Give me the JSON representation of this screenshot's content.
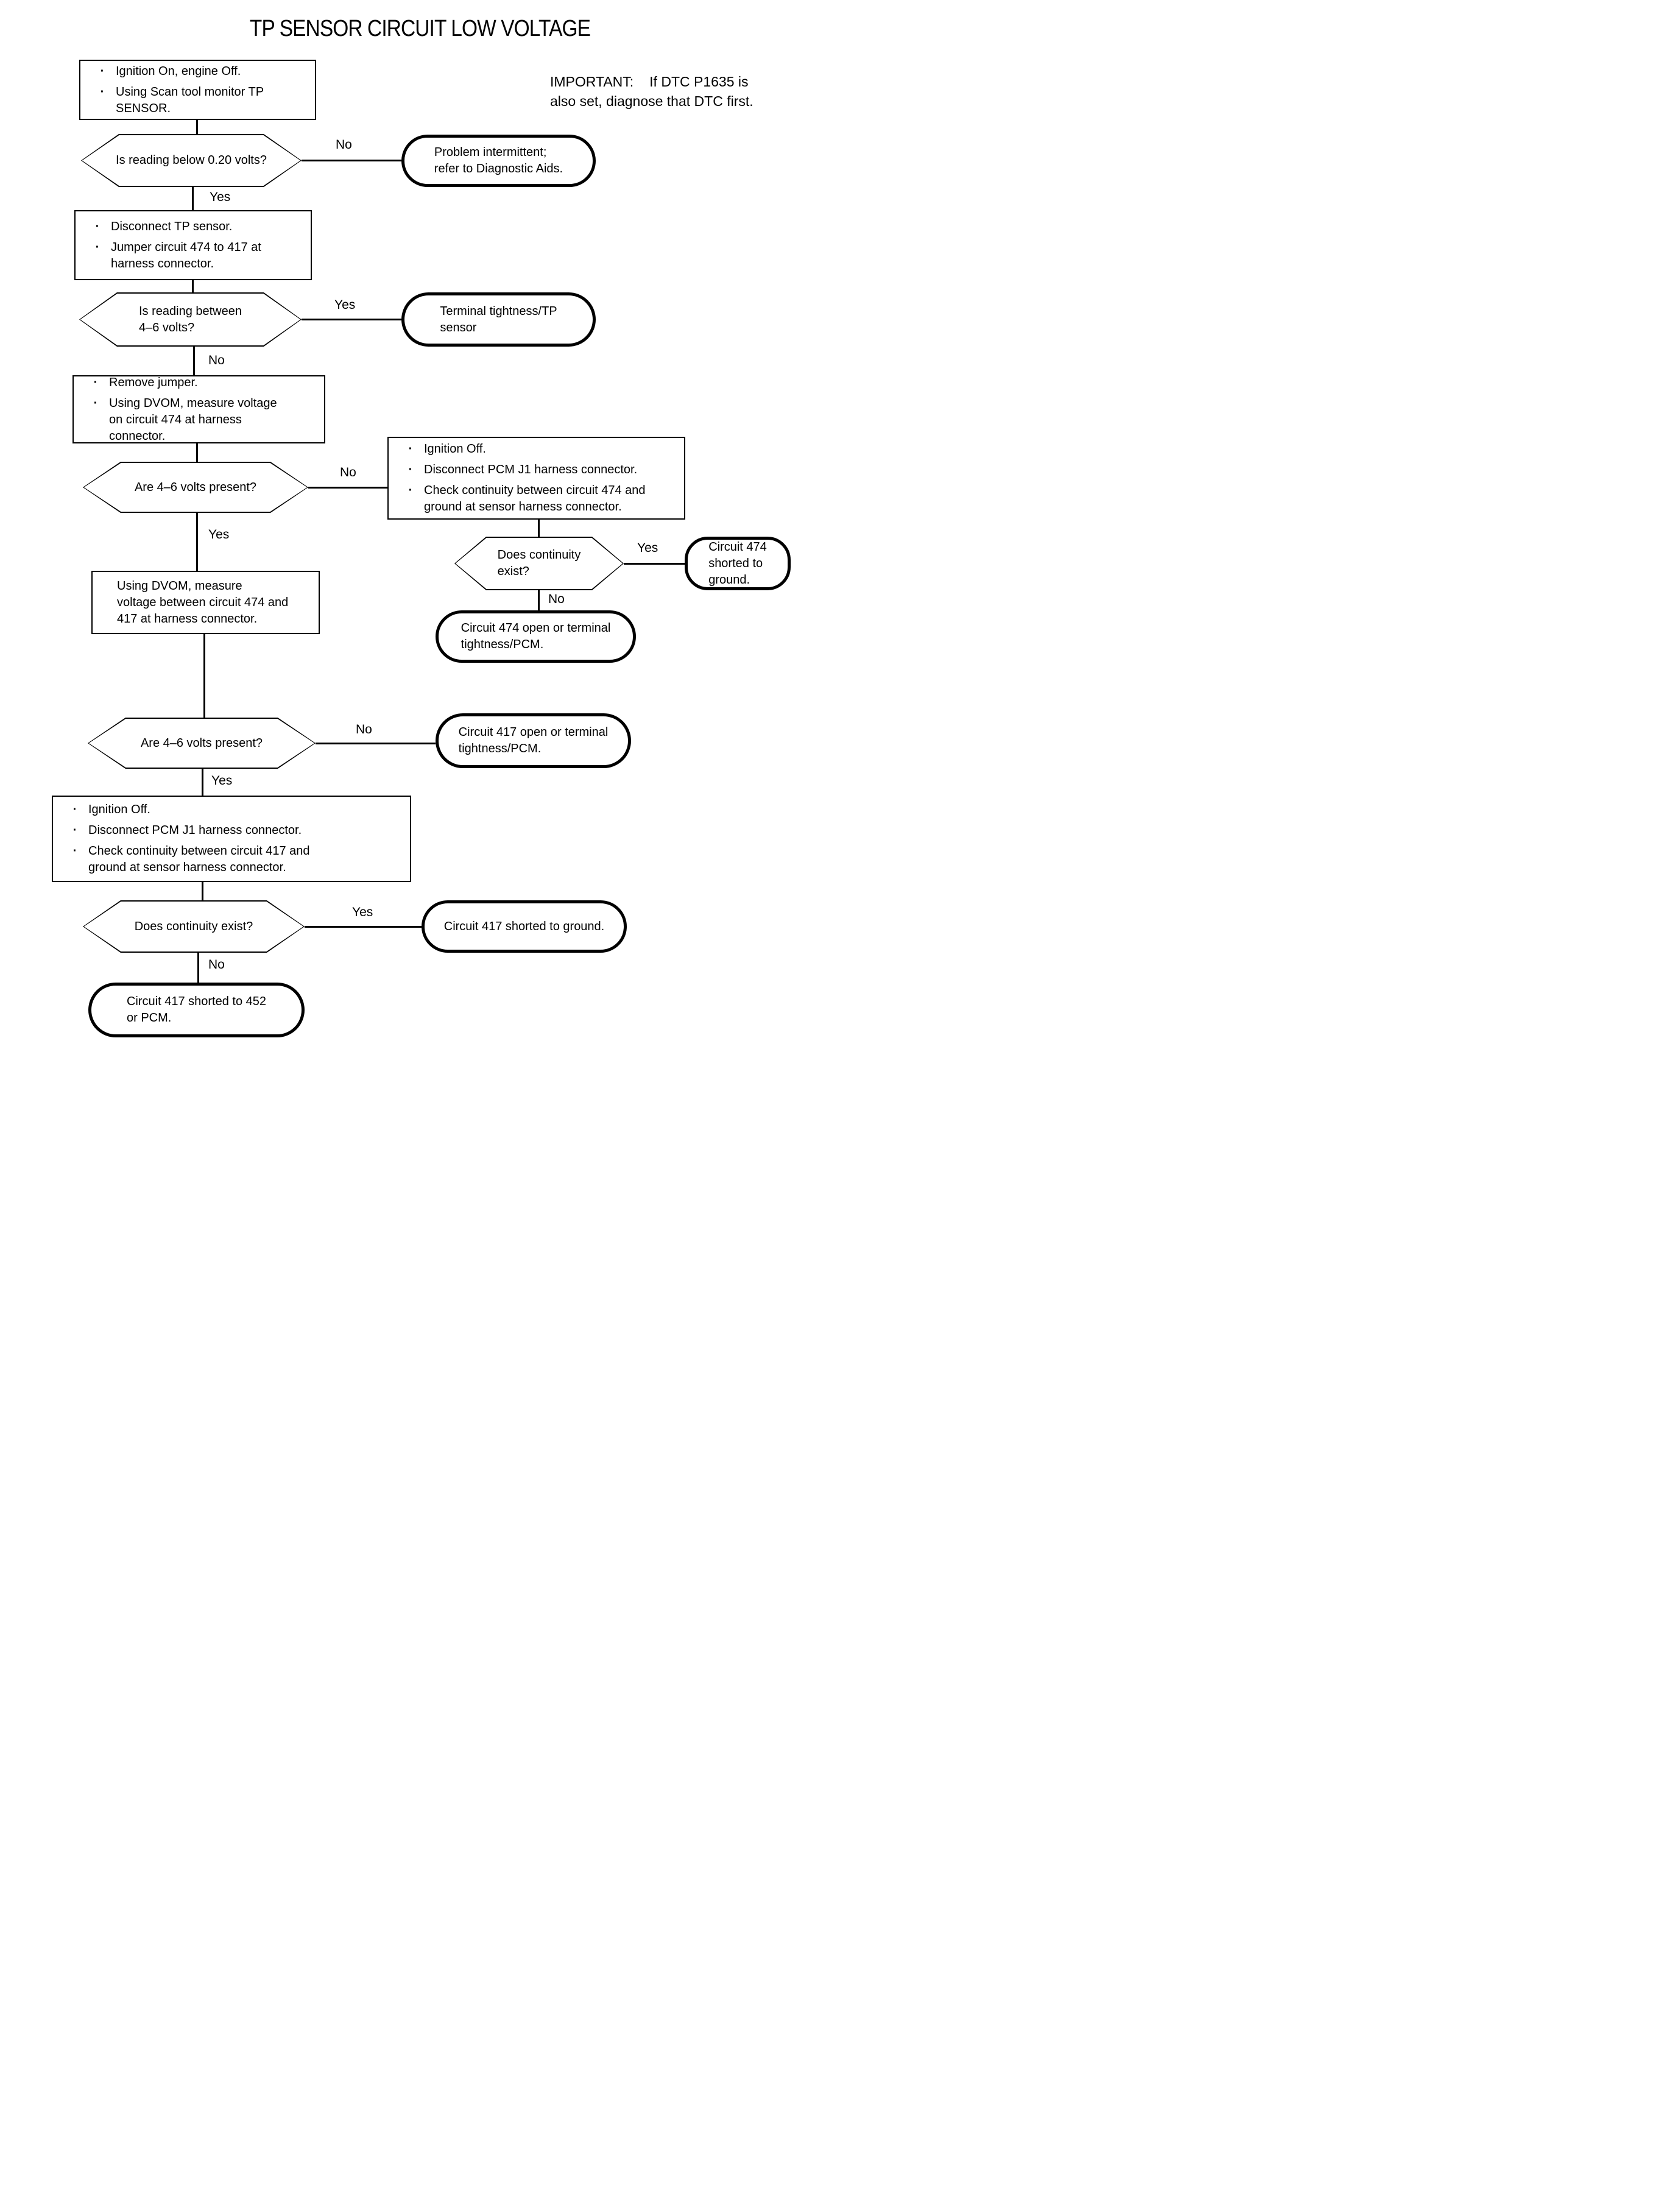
{
  "page": {
    "title": "TP SENSOR CIRCUIT LOW VOLTAGE"
  },
  "important": {
    "label": "IMPORTANT:",
    "line1": "If DTC P1635 is",
    "line2": "also set, diagnose that DTC first."
  },
  "labels": {
    "yes": "Yes",
    "no": "No"
  },
  "nodes": {
    "start_box": {
      "bullets": [
        "Ignition On, engine Off.",
        "Using Scan tool monitor TP SENSOR."
      ]
    },
    "dec_reading_low": {
      "text": "Is reading below 0.20 volts?"
    },
    "term_intermittent": {
      "lines": [
        "Problem intermittent;",
        "refer to Diagnostic Aids."
      ]
    },
    "box_jumper": {
      "bullets": [
        "Disconnect TP sensor.",
        "Jumper circuit 474 to 417 at harness connector."
      ]
    },
    "dec_reading_4_6": {
      "lines": [
        "Is reading between",
        "4–6 volts?"
      ]
    },
    "term_terminal_tightness": {
      "lines": [
        "Terminal tightness/TP",
        "sensor"
      ]
    },
    "box_remove_jumper": {
      "bullets": [
        "Remove jumper.",
        "Using DVOM, measure voltage on circuit 474 at harness connector."
      ]
    },
    "dec_volts_present_1": {
      "text": "Are 4–6 volts present?"
    },
    "box_check_474": {
      "bullets": [
        "Ignition Off.",
        "Disconnect PCM J1 harness connector.",
        "Check continuity between circuit 474 and ground at sensor harness connector."
      ]
    },
    "dec_continuity_1": {
      "lines": [
        "Does continuity",
        "exist?"
      ]
    },
    "term_474_shorted": {
      "lines": [
        "Circuit 474",
        "shorted to",
        "ground."
      ]
    },
    "term_474_open": {
      "lines": [
        "Circuit 474 open or terminal",
        "tightness/PCM."
      ]
    },
    "box_measure_474_417": {
      "lines": [
        "Using DVOM, measure",
        "voltage between circuit 474 and",
        "417 at harness connector."
      ]
    },
    "dec_volts_present_2": {
      "text": "Are 4–6 volts present?"
    },
    "term_417_open": {
      "lines": [
        "Circuit 417 open or terminal",
        "tightness/PCM."
      ]
    },
    "box_check_417": {
      "bullets": [
        "Ignition Off.",
        "Disconnect PCM J1 harness connector.",
        "Check continuity between circuit 417 and ground at sensor harness connector."
      ]
    },
    "dec_continuity_2": {
      "text": "Does continuity exist?"
    },
    "term_417_shorted_ground": {
      "text": "Circuit 417 shorted to ground."
    },
    "term_417_shorted_452": {
      "lines": [
        "Circuit 417 shorted to 452",
        "or PCM."
      ]
    }
  }
}
